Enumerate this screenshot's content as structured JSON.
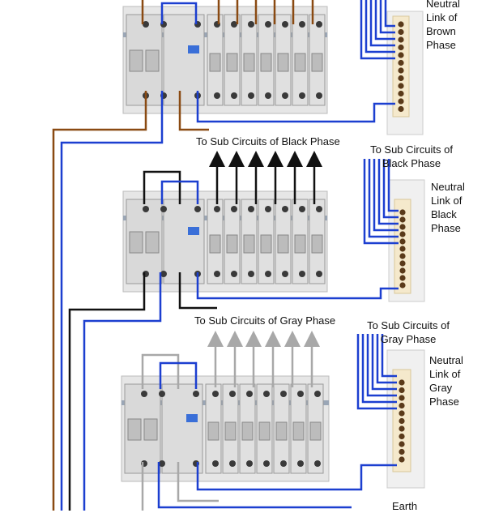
{
  "labels": {
    "brown_neutral": [
      "Neutral",
      "Link of",
      "Brown",
      "Phase"
    ],
    "black_sub": "To Sub Circuits of Black Phase",
    "black_sub_right": [
      "To Sub Circuits of",
      "Black Phase"
    ],
    "black_neutral": [
      "Neutral",
      "Link of",
      "Black",
      "Phase"
    ],
    "gray_sub": "To Sub Circuits of Gray Phase",
    "gray_sub_right": [
      "To Sub Circuits of",
      "Gray Phase"
    ],
    "gray_neutral": [
      "Neutral",
      "Link of",
      "Gray",
      "Phase"
    ],
    "earth": "Earth"
  },
  "colors": {
    "brown": "#8a4a12",
    "black": "#111111",
    "gray": "#a8a8a8",
    "blue": "#1c3fd0",
    "panel": "#e8e8e8",
    "busbar": "#f3e6c8",
    "screw": "#5a3a1a"
  }
}
